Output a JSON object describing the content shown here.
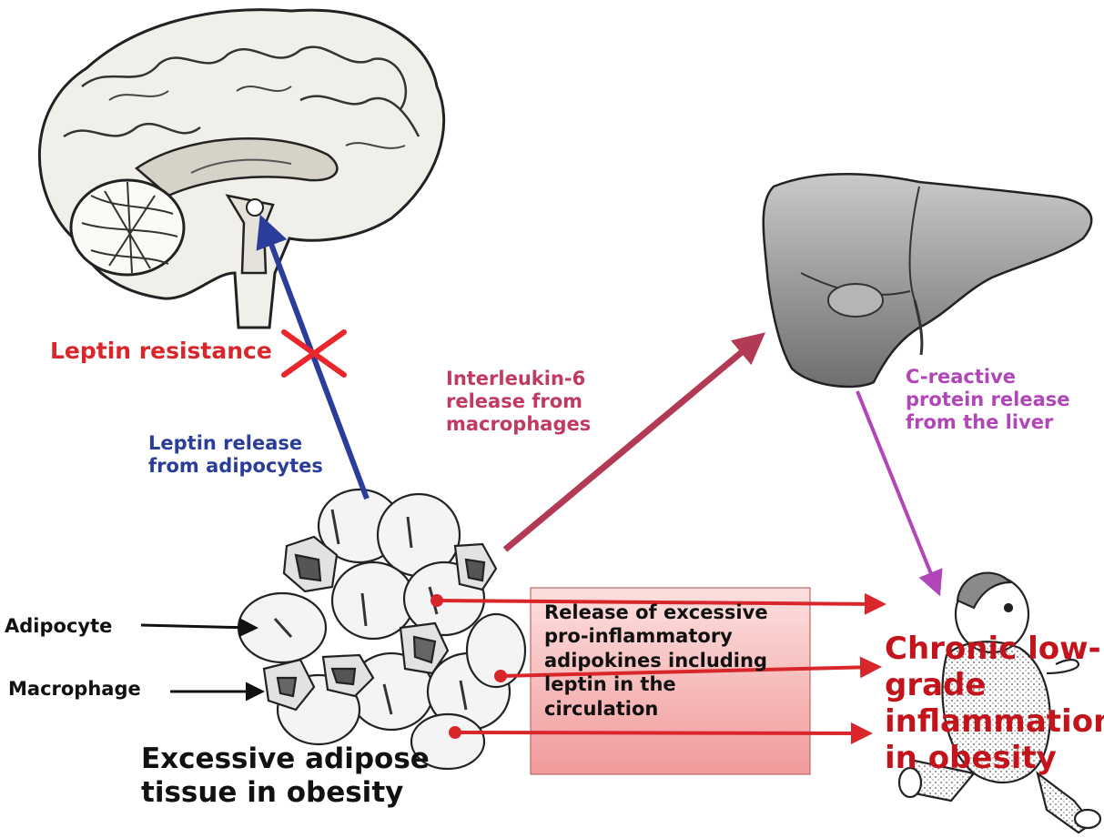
{
  "figure": {
    "leptin_resistance": "Leptin resistance",
    "leptin_release": [
      "Leptin release",
      "from adipocytes"
    ],
    "il6_release": [
      "Interleukin-6",
      "release from",
      "macrophages"
    ],
    "crp_release": [
      "C-reactive",
      "protein release",
      "from the liver"
    ],
    "adipocyte_label": "Adipocyte",
    "macrophage_label": "Macrophage",
    "adipose_title": [
      "Excessive adipose",
      "tissue in obesity"
    ],
    "release_box": [
      "Release of excessive",
      "pro-inflammatory",
      "adipokines including",
      "leptin in the",
      "circulation"
    ],
    "inflammation_title": [
      "Chronic low-",
      "grade",
      "inflammation",
      "in obesity"
    ]
  },
  "colors": {
    "leptin_arrow": "#2a3d9a",
    "il6_arrow": "#b23a55",
    "crp_arrow": "#b146b8",
    "release_arrows": "#d9262b",
    "blocked_cross": "#e8262b",
    "release_box_fill": "#f6b9b9"
  },
  "icons": [
    "brain-illustration",
    "liver-illustration",
    "adipose-tissue-cluster",
    "running-child-illustration",
    "blocked-x-icon"
  ]
}
